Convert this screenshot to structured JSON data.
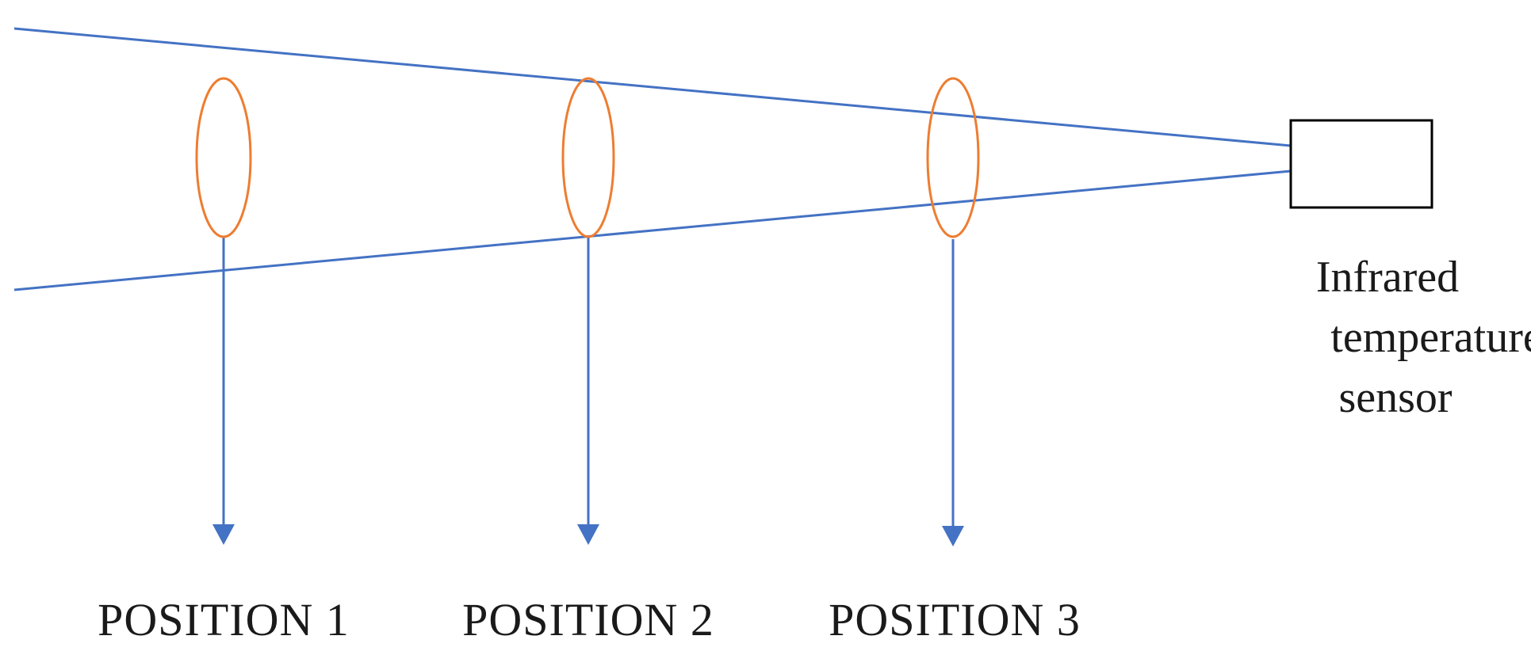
{
  "colors": {
    "beam": "#4472c4",
    "ellipse": "#ed7d31",
    "sensor_box": "#000000",
    "text": "#1a1a1a"
  },
  "diagram": {
    "sensor": {
      "label_lines": [
        "Infrared",
        "temperature",
        "sensor"
      ]
    },
    "positions": [
      {
        "label": "POSITION 1"
      },
      {
        "label": "POSITION 2"
      },
      {
        "label": "POSITION 3"
      }
    ]
  }
}
